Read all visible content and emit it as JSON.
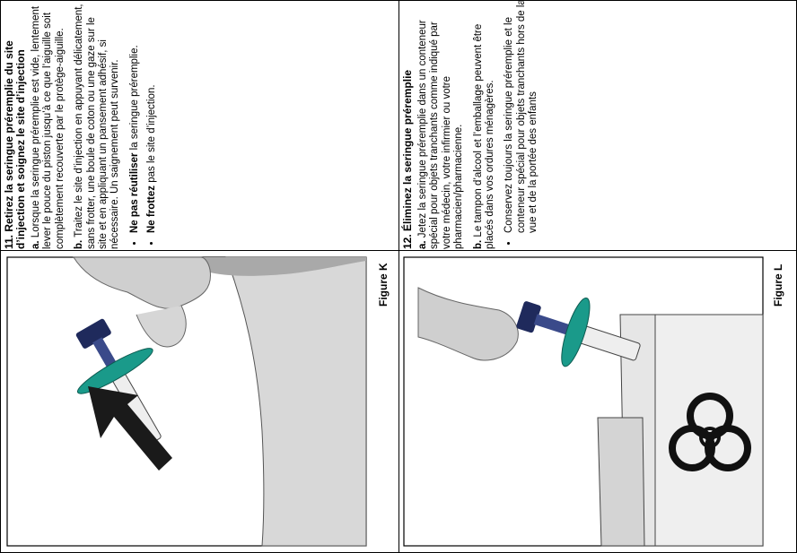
{
  "step11": {
    "title": "11. Retirez la seringue préremplie du site d’injection et soignez le site d’injection",
    "a_label": "a.",
    "a_text": "Lorsque la seringue préremplie est vide, lentement lever le pouce du piston jusqu’à ce que l’aiguille soit complètement recouverte par le protège-aiguille.",
    "b_label": "b.",
    "b_text": "Traitez le site d’injection en appuyant délicatement, sans frotter, une boule de coton ou une gaze sur le site et en appliquant un pansement adhésif, si nécessaire. Un saignement peut survenir.",
    "bullet1_bold": "Ne pas réutiliser",
    "bullet1_rest": " la seringue préremplie.",
    "bullet2_bold": "Ne frottez",
    "bullet2_rest": " pas le site d’injection."
  },
  "step12": {
    "title": "12. Éliminez la seringue préremplie",
    "a_label": "a.",
    "a_text": "Jetez la seringue préremplie dans un conteneur spécial pour objets tranchants comme indiqué par votre médecin, votre infirmier ou votre pharmacien/pharmacienne.",
    "b_label": "b.",
    "b_text": "Le tampon d’alcool et l’emballage peuvent être placés dans vos ordures ménagères.",
    "bullet1": "Conservez toujours la seringue préremplie et le conteneur spécial pour objets tranchants hors de la vue et de la portée des enfants"
  },
  "figures": {
    "k_label": "Figure K",
    "l_label": "Figure L"
  },
  "colors": {
    "flange": "#1a9a8a",
    "plunger": "#1f2a5c",
    "line": "#000000"
  }
}
